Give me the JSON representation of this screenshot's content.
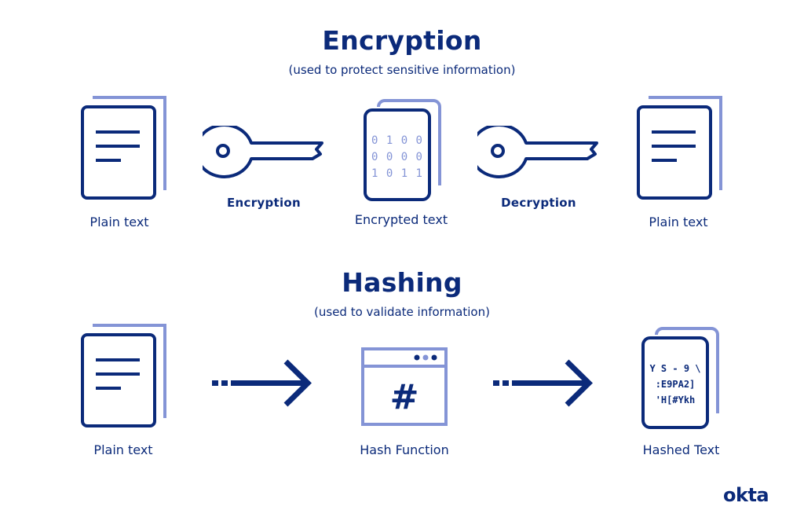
{
  "encryption": {
    "title": "Encryption",
    "subtitle": "(used to protect sensitive information)",
    "plain_text_left_label": "Plain text",
    "encryption_step_label": "Encryption",
    "encrypted_text_label": "Encrypted text",
    "decryption_step_label": "Decryption",
    "plain_text_right_label": "Plain text",
    "binary_rows": [
      "0 1 0 0",
      "0 0 0 0",
      "1 0 1 1"
    ]
  },
  "hashing": {
    "title": "Hashing",
    "subtitle": "(used to validate information)",
    "plain_text_label": "Plain text",
    "hash_function_label": "Hash Function",
    "hash_symbol": "#",
    "hashed_text_label": "Hashed Text",
    "hashed_rows": [
      "Y S - 9 \\",
      ":E9PA2]",
      "'H[#Ykh"
    ]
  },
  "brand": {
    "logo_text": "okta"
  },
  "colors": {
    "navy": "#0b2a7a",
    "light_blue": "#8494d6",
    "light_purple": "#9aa6de"
  },
  "icons": [
    "document-icon",
    "key-icon",
    "binary-document-icon",
    "hash-window-icon",
    "arrow-right-icon"
  ]
}
